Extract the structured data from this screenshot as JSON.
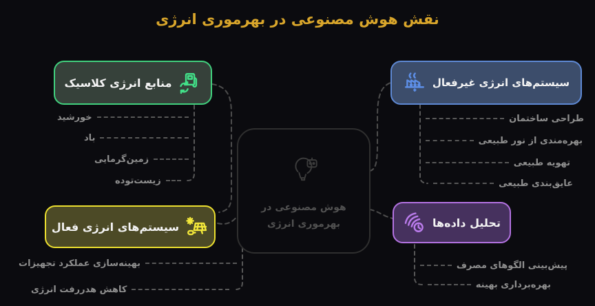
{
  "title": "نقش هوش مصنوعی در بهرموری انرژی",
  "center": {
    "icon": "ai-lightbulb-icon",
    "label_line1": "هوش مصنوعی در",
    "label_line2": "بهرموری انرژی"
  },
  "branches": [
    {
      "id": "classic-energy-sources",
      "label": "منابع انرژی کلاسیک",
      "icon": "fuel-pump-recycle-icon",
      "accent": "#41d17e",
      "fill": "#36413a",
      "items": [
        "خورشید",
        "باد",
        "زمین‌گرمایی",
        "زیست‌توده"
      ]
    },
    {
      "id": "passive-energy-systems",
      "label": "سیستم‌های انرژی غیرفعال",
      "icon": "factory-steam-icon",
      "accent": "#5e89d4",
      "fill": "#3c4d6b",
      "items": [
        "طراحی ساختمان",
        "بهره‌مندی از نور طبیعی",
        "تهویه طبیعی",
        "عایق‌بندی طبیعی"
      ]
    },
    {
      "id": "active-energy-systems",
      "label": "سیستم‌های انرژی فعال",
      "icon": "solar-panel-sun-icon",
      "accent": "#ecdf2f",
      "fill": "#4c4a26",
      "items": [
        "بهینه‌سازی عملکرد تجهیزات",
        "کاهش هدررفت انرژی"
      ]
    },
    {
      "id": "data-analysis",
      "label": "تحلیل داده‌ها",
      "icon": "airflow-clock-icon",
      "accent": "#b473e2",
      "fill": "#46315e",
      "items": [
        "پیش‌بینی الگوهای مصرف",
        "بهره‌برداری بهینه"
      ]
    }
  ],
  "palette": {
    "background": "#0b0b0f",
    "title_text": "#d9a62b",
    "item_text": "#8f8f8f",
    "connector": "#585858",
    "center_outline": "#2f2f2f",
    "center_text": "#515151",
    "box_label_text": "#f3f3f3"
  }
}
